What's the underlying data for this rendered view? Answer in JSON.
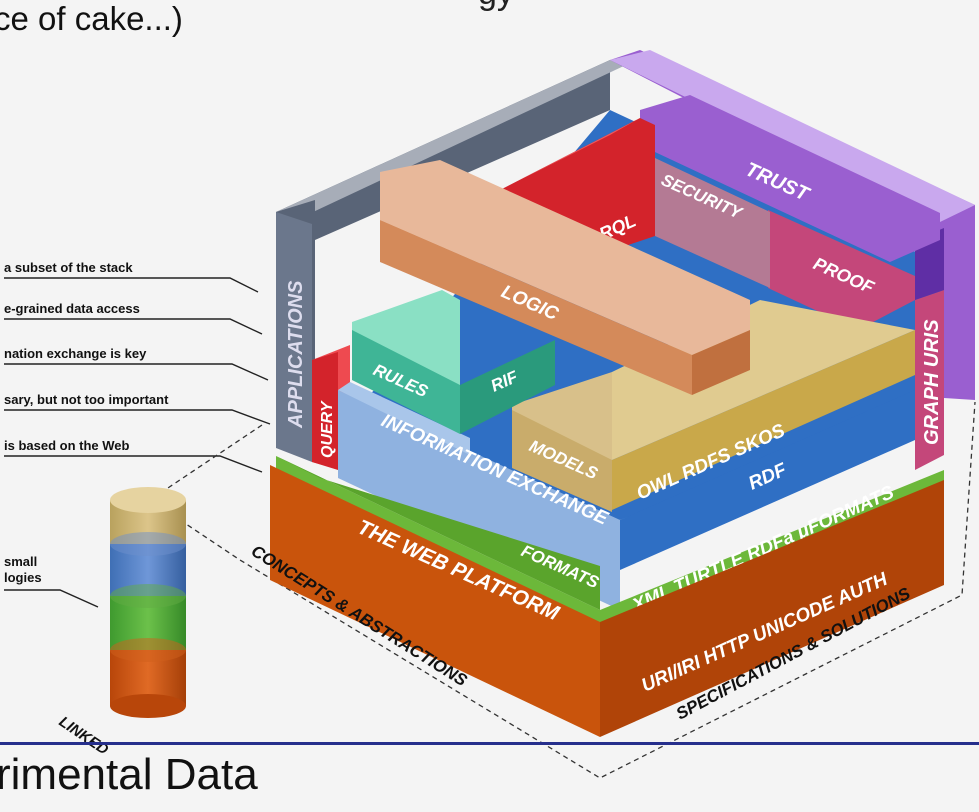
{
  "slide": {
    "subtitle": "ce of cake...)",
    "top_word_fragment": "gy",
    "footer_title": "rimental Data",
    "footer_rule_color": "#262f8c"
  },
  "callouts": [
    "a subset of the stack",
    "e-grained data access",
    "nation exchange is key",
    "sary, but not too important",
    "is based on the Web",
    "small",
    "logies"
  ],
  "cube": {
    "blocks": {
      "applications": "APPLICATIONS",
      "query": "QUERY",
      "sparql": "SPARQL",
      "security": "SECURITY",
      "trust": "TRUST",
      "proof": "PROOF",
      "graph_uris": "GRAPH URIS",
      "logic": "LOGIC",
      "rules": "RULES",
      "rif": "RIF",
      "information_exchange": "INFORMATION EXCHANGE",
      "models": "MODELS",
      "owl_rdfs_skos": "OWL RDFS SKOS",
      "rdf": "RDF",
      "web_platform": "THE WEB PLATFORM",
      "formats": "FORMATS",
      "xml_formats": "XML TURTLE RDFa μFORMATS",
      "uri_row": "URI/IRI HTTP UNICODE AUTH"
    },
    "axes": {
      "left": "CONCEPTS & ABSTRACTIONS",
      "right": "SPECIFICATIONS & SOLUTIONS",
      "cylinder": "LINKED"
    },
    "colors": {
      "platform": "#c9540c",
      "green": "#6cb83a",
      "blue": "#2f6fc4",
      "light_blue": "#8fb2e0",
      "purple": "#9a5fd0",
      "light_purple": "#c9a8ee",
      "pink": "#c4477a",
      "red": "#d3232b",
      "tan": "#d8c08a",
      "logic": "#d99a6c",
      "teal": "#3fb596",
      "mint": "#a8e8d0",
      "slate": "#596477"
    }
  }
}
